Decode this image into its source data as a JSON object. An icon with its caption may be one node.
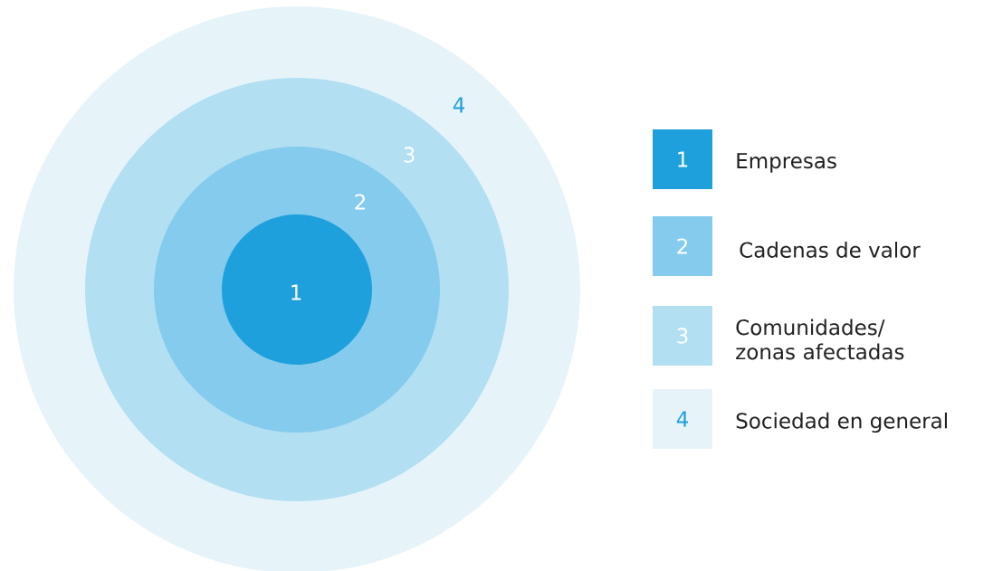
{
  "diagram": {
    "nodes": [
      {
        "text": [
          "4"
        ]
      },
      {
        "text": [
          "3"
        ],
        "in": 0
      },
      {
        "text": [
          "2"
        ],
        "in": 1
      },
      {
        "text": [
          "1"
        ],
        "in": 2
      },
      {
        "text": [
          "1"
        ],
        "beside": [
          "Empresas"
        ]
      },
      {
        "text": [
          "2"
        ],
        "beside": [
          "Cadenas de valor"
        ]
      },
      {
        "text": [
          "3"
        ],
        "beside": [
          "Comunidades/ zonas afectadas"
        ]
      },
      {
        "text": [
          "4"
        ],
        "beside": [
          "Sociedad en general"
        ]
      }
    ]
  }
}
